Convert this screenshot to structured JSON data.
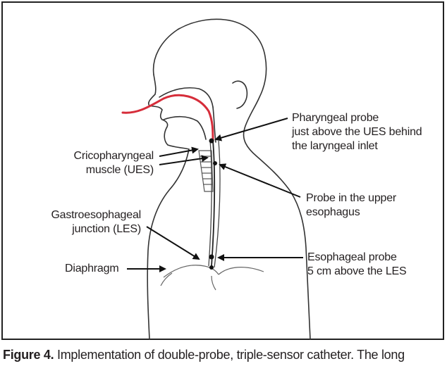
{
  "labels": {
    "pharyngeal_probe_l1": "Pharyngeal probe",
    "pharyngeal_probe_l2": "just above the UES behind",
    "pharyngeal_probe_l3": "the laryngeal inlet",
    "crico_l1": "Cricopharyngeal",
    "crico_l2": "muscle (UES)",
    "upper_probe_l1": "Probe in the upper",
    "upper_probe_l2": "esophagus",
    "gastro_l1": "Gastroesophageal",
    "gastro_l2": "junction (LES)",
    "esoph_probe_l1": "Esophageal probe",
    "esoph_probe_l2": "5 cm above the LES",
    "diaphragm": "Diaphragm"
  },
  "caption": {
    "figure_label": "Figure 4.",
    "text": " Implementation of double-probe, triple-sensor catheter. The long"
  },
  "colors": {
    "catheter_red": "#d62d3a",
    "outline": "#333333",
    "text": "#231f20"
  }
}
